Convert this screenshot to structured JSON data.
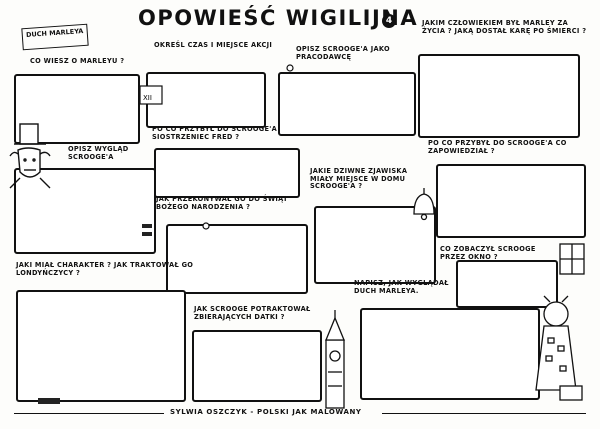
{
  "title": "OPOWIEŚĆ WIGILIJNA",
  "page_number": "4",
  "badge": "DUCH MARLEYA",
  "questions": {
    "q1": "CO WIESZ O MARLEYU ?",
    "q2": "OKREŚL CZAS I MIEJSCE AKCJI",
    "q3": "OPISZ SCROOGE'A JAKO PRACODAWCĘ",
    "q4": "JAKIM CZŁOWIEKIEM BYŁ MARLEY ZA ŻYCIA ? JAKĄ DOSTAŁ KARĘ PO ŚMIERCI ?",
    "q5": "OPISZ WYGLĄD SCROOGE'A",
    "q6": "PO CO PRZYBYŁ DO SCROOGE'A SIOSTRZENIEC FRED ?",
    "q7": "PO CO PRZYBYŁ DO SCROOGE'A CO ZAPOWIEDZIAŁ ?",
    "q8": "JAK PRZEKONYWAŁ GO DO ŚWIĄT BOŻEGO NARODZENIA ?",
    "q9": "JAKIE DZIWNE ZJAWISKA MIAŁY MIEJSCE W DOMU SCROOGE'A ?",
    "q10": "CO ZOBACZYŁ SCROOGE PRZEZ OKNO ?",
    "q11": "JAKI MIAŁ CHARAKTER ? JAK TRAKTOWAŁ GO LONDYŃCZYCY ?",
    "q12": "NAPISZ, JAK WYGLĄDAŁ DUCH MARLEYA.",
    "q13": "JAK SCROOGE POTRAKTOWAŁ ZBIERAJĄCYCH DATKI ?"
  },
  "footer": "SYLWIA OSZCZYK - POLSKI JAK MALOWANY"
}
